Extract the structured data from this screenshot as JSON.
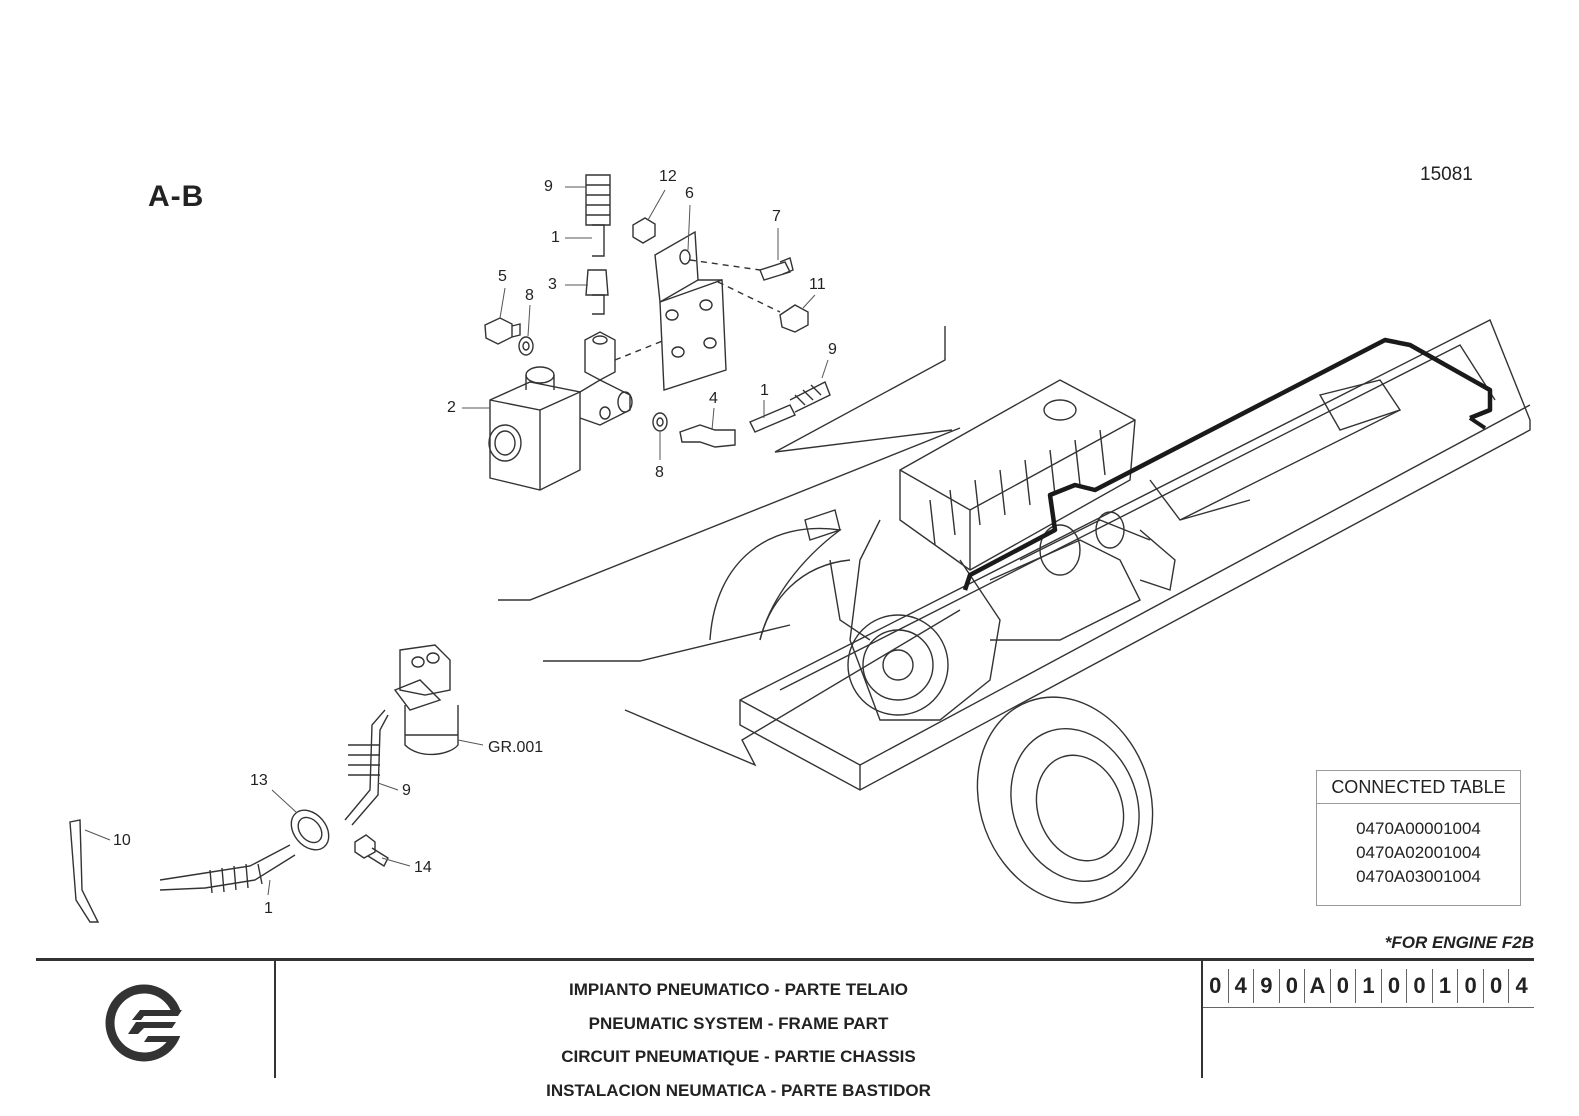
{
  "section_label": "A-B",
  "figure_number": "15081",
  "callouts": [
    {
      "id": "c9a",
      "text": "9"
    },
    {
      "id": "c1a",
      "text": "1"
    },
    {
      "id": "c3",
      "text": "3"
    },
    {
      "id": "c5",
      "text": "5"
    },
    {
      "id": "c8a",
      "text": "8"
    },
    {
      "id": "c2",
      "text": "2"
    },
    {
      "id": "c12",
      "text": "12"
    },
    {
      "id": "c6",
      "text": "6"
    },
    {
      "id": "c7",
      "text": "7"
    },
    {
      "id": "c11",
      "text": "11"
    },
    {
      "id": "c9b",
      "text": "9"
    },
    {
      "id": "c1b",
      "text": "1"
    },
    {
      "id": "c4",
      "text": "4"
    },
    {
      "id": "c8b",
      "text": "8"
    },
    {
      "id": "cgr",
      "text": "GR.001"
    },
    {
      "id": "c9c",
      "text": "9"
    },
    {
      "id": "c13",
      "text": "13"
    },
    {
      "id": "c10",
      "text": "10"
    },
    {
      "id": "c14",
      "text": "14"
    },
    {
      "id": "c1c",
      "text": "1"
    }
  ],
  "connected_table": {
    "title": "CONNECTED TABLE",
    "codes": [
      "0470A00001004",
      "0470A02001004",
      "0470A03001004"
    ]
  },
  "engine_note": "*FOR ENGINE F2B",
  "title_block": {
    "titles": [
      "IMPIANTO PNEUMATICO - PARTE TELAIO",
      "PNEUMATIC SYSTEM - FRAME PART",
      "CIRCUIT PNEUMATIQUE - PARTIE CHASSIS",
      "INSTALACION NEUMATICA - PARTE BASTIDOR"
    ],
    "drawing_code_chars": [
      "0",
      "4",
      "9",
      "0",
      "A",
      "0",
      "1",
      "0",
      "0",
      "1",
      "0",
      "0",
      "4"
    ]
  },
  "logo": {
    "icon": "company-logo-icon"
  }
}
